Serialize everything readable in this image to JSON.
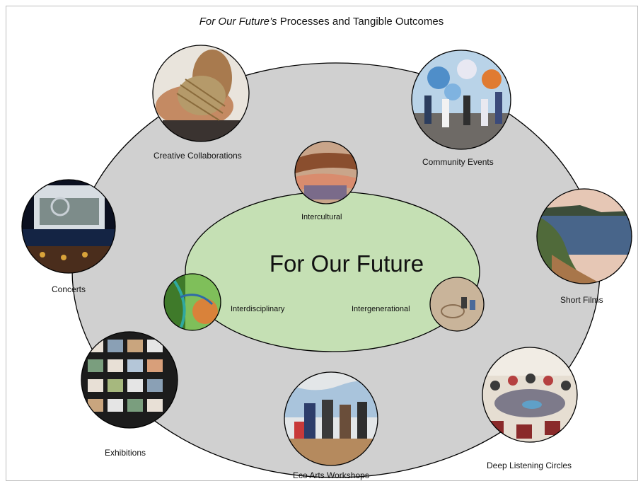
{
  "title": {
    "italic_part": "For Our Future’s",
    "rest": " Processes and Tangible Outcomes"
  },
  "center": {
    "label": "For Our Future"
  },
  "processes": [
    {
      "label": "Intercultural"
    },
    {
      "label": "Interdisciplinary"
    },
    {
      "label": "Intergenerational"
    }
  ],
  "outcomes": [
    {
      "label": "Creative Collaborations"
    },
    {
      "label": "Community Events"
    },
    {
      "label": "Concerts"
    },
    {
      "label": "Short Films"
    },
    {
      "label": "Exhibitions"
    },
    {
      "label": "Eco Arts Workshops"
    },
    {
      "label": "Deep Listening Circles"
    }
  ],
  "colors": {
    "outer_ellipse": "#d0d0d0",
    "inner_ellipse": "#c5e0b4",
    "outline": "#000000"
  }
}
